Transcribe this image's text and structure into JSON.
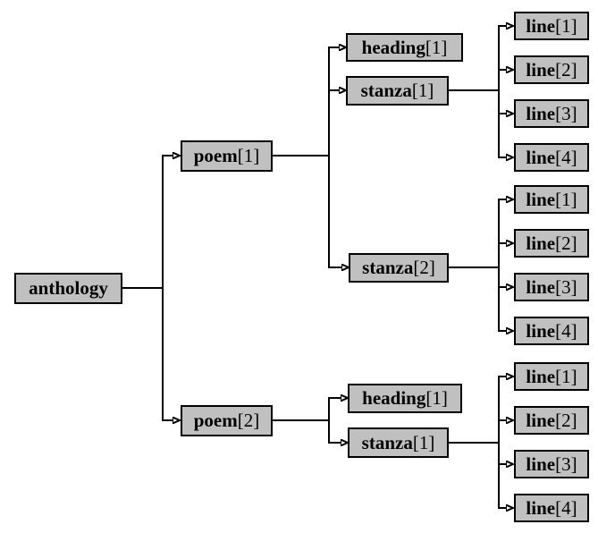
{
  "colors": {
    "background": "#ffffff",
    "box_fill": "#c0c0c0",
    "box_border": "#000000",
    "line": "#000000",
    "text": "#000000"
  },
  "nodes": {
    "anthology": {
      "name": "anthology",
      "index": ""
    },
    "poem1": {
      "name": "poem",
      "index": "[1]"
    },
    "poem2": {
      "name": "poem",
      "index": "[2]"
    },
    "p1_heading1": {
      "name": "heading",
      "index": "[1]"
    },
    "p1_stanza1": {
      "name": "stanza",
      "index": "[1]"
    },
    "p1_stanza2": {
      "name": "stanza",
      "index": "[2]"
    },
    "p2_heading1": {
      "name": "heading",
      "index": "[1]"
    },
    "p2_stanza1": {
      "name": "stanza",
      "index": "[1]"
    },
    "p1s1_line1": {
      "name": "line",
      "index": "[1]"
    },
    "p1s1_line2": {
      "name": "line",
      "index": "[2]"
    },
    "p1s1_line3": {
      "name": "line",
      "index": "[3]"
    },
    "p1s1_line4": {
      "name": "line",
      "index": "[4]"
    },
    "p1s2_line1": {
      "name": "line",
      "index": "[1]"
    },
    "p1s2_line2": {
      "name": "line",
      "index": "[2]"
    },
    "p1s2_line3": {
      "name": "line",
      "index": "[3]"
    },
    "p1s2_line4": {
      "name": "line",
      "index": "[4]"
    },
    "p2s1_line1": {
      "name": "line",
      "index": "[1]"
    },
    "p2s1_line2": {
      "name": "line",
      "index": "[2]"
    },
    "p2s1_line3": {
      "name": "line",
      "index": "[3]"
    },
    "p2s1_line4": {
      "name": "line",
      "index": "[4]"
    }
  },
  "structure": {
    "anthology": {
      "poem[1]": {
        "heading[1]": [],
        "stanza[1]": [
          "line[1]",
          "line[2]",
          "line[3]",
          "line[4]"
        ],
        "stanza[2]": [
          "line[1]",
          "line[2]",
          "line[3]",
          "line[4]"
        ]
      },
      "poem[2]": {
        "heading[1]": [],
        "stanza[1]": [
          "line[1]",
          "line[2]",
          "line[3]",
          "line[4]"
        ]
      }
    }
  }
}
